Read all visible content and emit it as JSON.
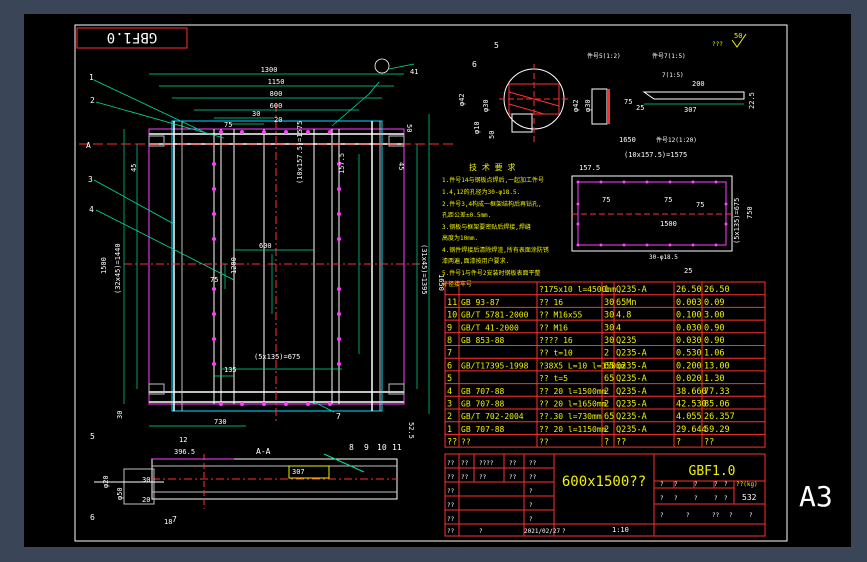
{
  "drawing": {
    "code": "GBF1.0",
    "code_mirrored": "GBF1.0",
    "sheet_size": "A3",
    "roughness": "50",
    "roughness_label": "???",
    "title": "600x1500??",
    "weight": "532",
    "weight_label": "??(kg)",
    "scale": "1:10"
  },
  "dimensions": {
    "top_1300": "1300",
    "top_1150": "1150",
    "top_800": "800",
    "top_600": "600",
    "top_30": "30",
    "top_20": "20",
    "top_75": "75",
    "mid_600": "600",
    "mid_75": "75",
    "mid_1200": "1200",
    "left_1500": "1500",
    "left_32": "(32x45)=1440",
    "left_45": "45",
    "right_1650": "1650",
    "right_31": "(31x45)=1395",
    "right_45": "45",
    "right_50": "50",
    "inner_1575": "(10x157.5)=1575",
    "inner_1575b": "157.5",
    "inner_5x135": "(5x135)=675",
    "bot_135": "135",
    "bot_730": "730",
    "bot_30": "30",
    "bot_525": "52.5",
    "callout_41": "41",
    "section_aa": "A-A",
    "section_a": "A",
    "aa_3965": "396.5",
    "aa_307": "307",
    "aa_12": "12",
    "aa_30": "30",
    "aa_20": "20",
    "aa_18": "18",
    "aa_5": "5",
    "aa_6": "6",
    "aa_7": "7",
    "aa_8": "8",
    "aa_9": "9",
    "aa_10": "10",
    "aa_11": "11",
    "aa_phi50": "φ50",
    "aa_phi20": "φ20",
    "d1_5": "5",
    "d1_6": "6",
    "d1_phi42": "φ42",
    "d1_phi30": "φ30",
    "d1_phi10": "φ10",
    "d1_50": "50",
    "d2_title": "件号5(1:2)",
    "d2_phi42": "φ42",
    "d2_phi30": "φ30",
    "d3_title": "件号7(1:5)",
    "d3_sub": "7(1:5)",
    "d3_200": "200",
    "d3_307": "307",
    "d3_225": "22.5",
    "d3_75": "75",
    "d3_25": "25",
    "d4_1650": "1650",
    "d4_title": "件号12(1:20)",
    "d4_1575": "(10x157.5)=1575",
    "d4_1575b": "157.5",
    "d4_75a": "75",
    "d4_75b": "75",
    "d4_75c": "75",
    "d4_1500": "1500",
    "d4_750": "750",
    "d4_5x135": "(5x135)=675",
    "d4_30": "30-φ18.5",
    "d4_25": "25"
  },
  "leaders": [
    "1",
    "2",
    "3",
    "4",
    "5",
    "6",
    "7"
  ],
  "notes": {
    "heading": "技 术 要 求",
    "lines": [
      "1.件号14与钢板点焊后,一起加工件号",
      "1.4,12的孔径为30-φ18.5.",
      "2.件号3,4构成一框架结构后再钻孔,",
      "孔距公差±0.5mm.",
      "3.钢板与框架要密贴后焊接,焊缝",
      "高度为10mm.",
      "4.钢件焊接后清除焊渣,所有表面涂防锈",
      "漆两遍,面漆按用户要求.",
      "5.件号1与件号2安装时钢板表面平整",
      "外径接牢号"
    ]
  },
  "bom": [
    {
      "no": "",
      "code": "",
      "name": "?175x10 l=4500mm",
      "qty": "1",
      "material": "Q235-A",
      "unit": "26.50",
      "total": "26.50"
    },
    {
      "no": "11",
      "code": "GB 93-87",
      "name": "?? 16",
      "qty": "30",
      "material": "65Mn",
      "unit": "0.003",
      "total": "0.09"
    },
    {
      "no": "10",
      "code": "GB/T 5781-2000",
      "name": "?? M16x55",
      "qty": "30",
      "material": "4.8",
      "unit": "0.100",
      "total": "3.00"
    },
    {
      "no": "9",
      "code": "GB/T 41-2000",
      "name": "?? M16",
      "qty": "30",
      "material": "4",
      "unit": "0.030",
      "total": "0.90"
    },
    {
      "no": "8",
      "code": "GB 853-88",
      "name": "???? 16",
      "qty": "30",
      "material": "Q235",
      "unit": "0.030",
      "total": "0.90"
    },
    {
      "no": "7",
      "code": "",
      "name": "?? t=10",
      "qty": "2",
      "material": "Q235-A",
      "unit": "0.530",
      "total": "1.06"
    },
    {
      "no": "6",
      "code": "GB/T17395-1998",
      "name": "?38X5 L=10 l=150mm",
      "qty": "65",
      "material": "Q235-A",
      "unit": "0.200",
      "total": "13.00"
    },
    {
      "no": "5",
      "code": "",
      "name": "?? t=5",
      "qty": "65",
      "material": "Q235-A",
      "unit": "0.020",
      "total": "1.30"
    },
    {
      "no": "4",
      "code": "GB 707-88",
      "name": "?? 20 l=1500mm",
      "qty": "2",
      "material": "Q235-A",
      "unit": "38.660",
      "total": "77.33"
    },
    {
      "no": "3",
      "code": "GB 707-88",
      "name": "?? 20 l=1650mm",
      "qty": "2",
      "material": "Q235-A",
      "unit": "42.530",
      "total": "85.06"
    },
    {
      "no": "2",
      "code": "GB/T 702-2004",
      "name": "??.30 l=730mm",
      "qty": "65",
      "material": "Q235-A",
      "unit": "4.055",
      "total": "26.357"
    },
    {
      "no": "1",
      "code": "GB 707-88",
      "name": "?? 20 l=1150mm",
      "qty": "2",
      "material": "Q235-A",
      "unit": "29.644",
      "total": "59.29"
    },
    {
      "no": "??",
      "code": "??",
      "name": "??",
      "qty": "?",
      "material": "??",
      "unit": "?",
      "total": "??"
    }
  ],
  "title_block": {
    "r1": [
      "??",
      "??",
      "????",
      "??",
      "??"
    ],
    "r2": [
      "??",
      "??",
      "??",
      "??",
      "??"
    ],
    "r3": [
      "??",
      "?"
    ],
    "r4": [
      "??",
      "?"
    ],
    "r5": [
      "??",
      "?"
    ],
    "r6": [
      "??",
      "?",
      "2021/02/27",
      "?"
    ],
    "stage": [
      "?",
      "?",
      "?",
      "?",
      "?"
    ],
    "count": [
      "?",
      "?",
      "?",
      "?",
      "?"
    ],
    "sheet": [
      "?",
      "?",
      "??",
      "?",
      "?"
    ]
  }
}
